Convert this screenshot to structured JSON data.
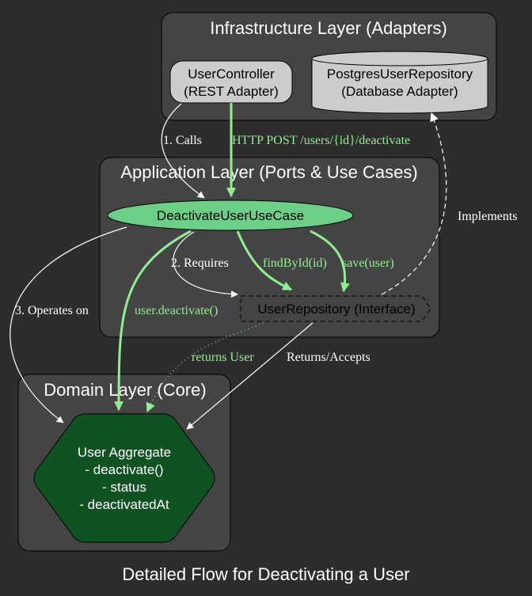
{
  "title": "Detailed Flow for Deactivating a User",
  "colors": {
    "background": "#2d2d2d",
    "cluster_fill": "#444444",
    "accent_green": "#90ee90",
    "use_case_fill": "#6ccf87",
    "aggregate_fill": "#0f5323",
    "node_gray": "#cccccc",
    "white": "#ffffff"
  },
  "clusters": {
    "infrastructure": "Infrastructure Layer (Adapters)",
    "application": "Application Layer (Ports & Use Cases)",
    "domain": "Domain Layer (Core)"
  },
  "nodes": {
    "user_controller": [
      "UserController",
      "(REST Adapter)"
    ],
    "postgres_repo": [
      "PostgresUserRepository",
      "(Database Adapter)"
    ],
    "use_case": "DeactivateUserUseCase",
    "user_repository": "UserRepository (Interface)",
    "user_aggregate": [
      "User Aggregate",
      "- deactivate()",
      "- status",
      "- deactivatedAt"
    ]
  },
  "edges": {
    "calls": "1. Calls",
    "http_post": "HTTP POST /users/{id}/deactivate",
    "implements": "Implements",
    "requires": "2. Requires",
    "find_by_id": "findById(id)",
    "save_user": "save(user)",
    "operates_on": "3. Operates on",
    "user_deactivate": "user.deactivate()",
    "returns_user": "returns User",
    "returns_accepts": "Returns/Accepts"
  }
}
